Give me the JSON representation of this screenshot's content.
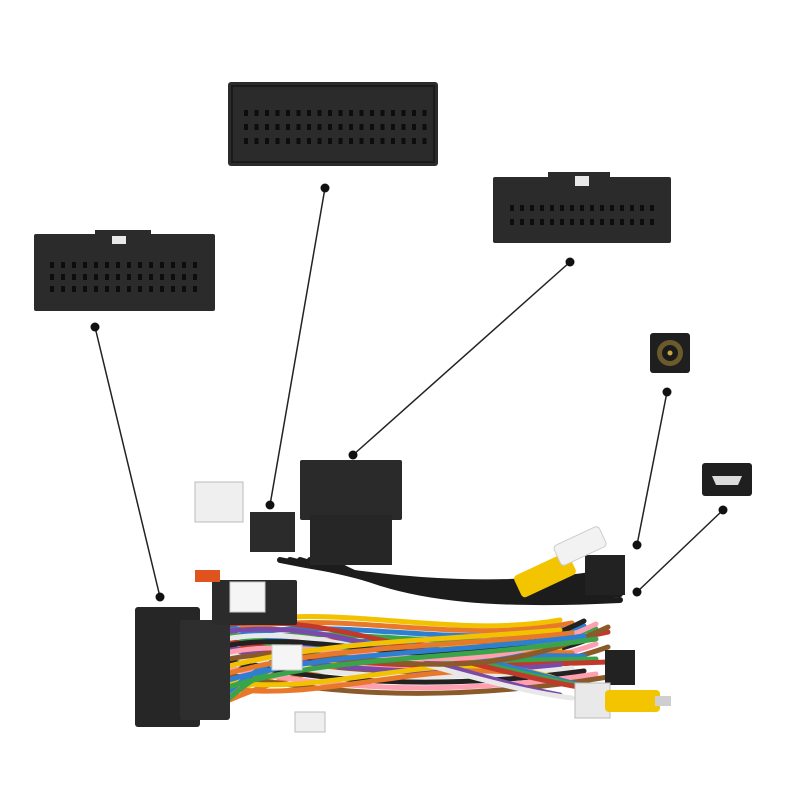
{
  "image": {
    "subject": "car-stereo-wiring-harness",
    "colors": {
      "background": "#ffffff",
      "connector_body": "#2b2b2b",
      "connector_dark": "#1a1a1a",
      "pin_hole": "#0d0d0d",
      "leader_line": "#222222",
      "wire_colors": [
        "#f2c200",
        "#e8782a",
        "#2f7fd0",
        "#3aa44a",
        "#c0392b",
        "#7b4aa8",
        "#e8e8e8",
        "#222222",
        "#ff9fb0",
        "#8a5a2b"
      ],
      "rca_yellow": "#f3c400",
      "rca_white": "#f2f2f2",
      "rca_red": "#d42a1f"
    },
    "callouts": [
      {
        "target": "left-connector",
        "icon": "multi-pin-connector-icon"
      },
      {
        "target": "top-center-connector",
        "icon": "multi-pin-connector-icon"
      },
      {
        "target": "top-right-connector",
        "icon": "multi-pin-connector-icon"
      },
      {
        "target": "fakra-antenna-connector",
        "icon": "antenna-jack-icon"
      },
      {
        "target": "mini-usb-connector",
        "icon": "usb-port-icon"
      }
    ]
  }
}
